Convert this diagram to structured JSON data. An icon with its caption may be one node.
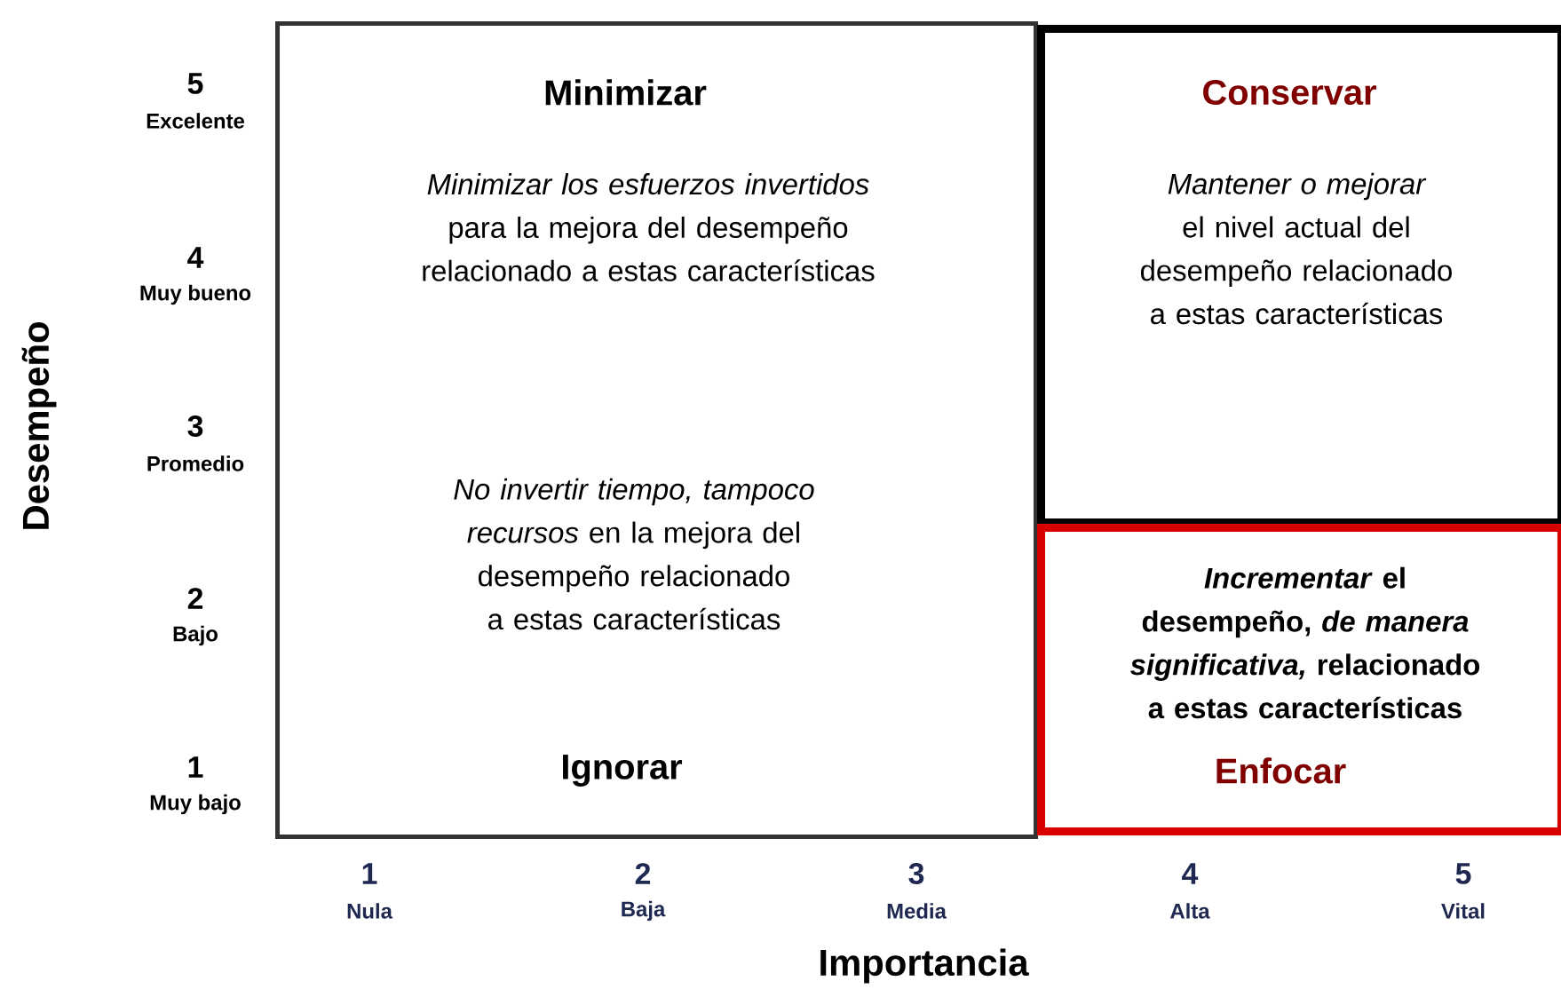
{
  "diagram": {
    "nodes": [
      {
        "text": [
          "Minimizar",
          "*Minimizar los esfuerzos invertidos* para la mejora del desempeño relacionado a estas características",
          "*No invertir tiempo, tampoco recursos* en la mejora del desempeño relacionado a estas características",
          "Ignorar"
        ]
      },
      {
        "text": [
          "Conservar",
          "*Mantener o mejorar* el nivel actual del desempeño relacionado a estas características"
        ]
      },
      {
        "text": [
          "*Incrementar* el desempeño, *de manera significativa,* relacionado a estas características",
          "Enfocar"
        ]
      }
    ],
    "labels": [
      "Desempeño",
      "5",
      "Excelente",
      "4",
      "Muy bueno",
      "3",
      "Promedio",
      "2",
      "Bajo",
      "1",
      "Muy bajo",
      "1",
      "Nula",
      "2",
      "Baja",
      "3",
      "Media",
      "4",
      "Alta",
      "5",
      "Vital",
      "Importancia"
    ]
  }
}
